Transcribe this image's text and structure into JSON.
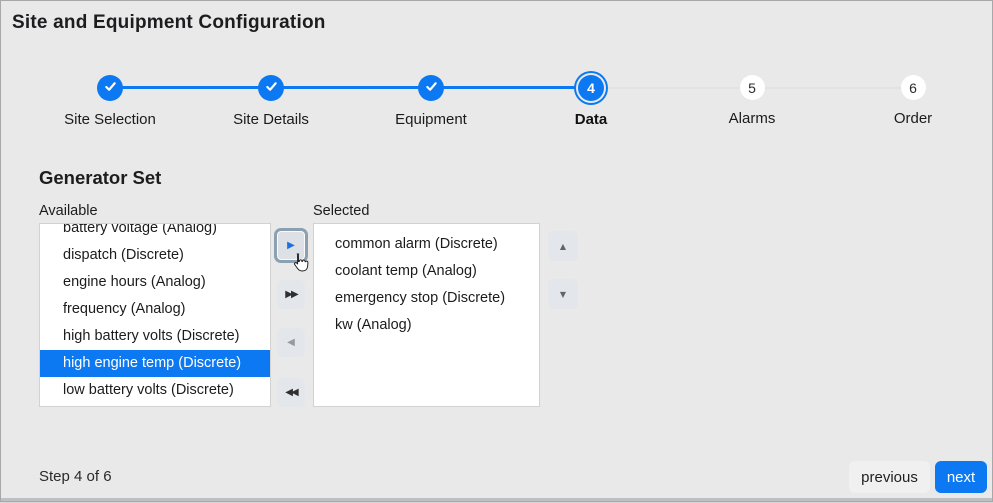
{
  "page": {
    "title": "Site and Equipment Configuration"
  },
  "colors": {
    "accent_blue": "#0c79f2",
    "page_background": "#e9e9e9",
    "selection_blue": "#0c79f2",
    "focus_ring_gray": "#8ba0b0",
    "next_button_blue": "#0c79f2"
  },
  "stepper": {
    "steps": [
      {
        "number": "1",
        "label": "Site Selection",
        "state": "complete"
      },
      {
        "number": "2",
        "label": "Site Details",
        "state": "complete"
      },
      {
        "number": "3",
        "label": "Equipment",
        "state": "complete"
      },
      {
        "number": "4",
        "label": "Data",
        "state": "active"
      },
      {
        "number": "5",
        "label": "Alarms",
        "state": "upcoming"
      },
      {
        "number": "6",
        "label": "Order",
        "state": "upcoming"
      }
    ]
  },
  "content": {
    "section_title": "Generator Set",
    "available": {
      "label": "Available",
      "selected_index": 5,
      "items": [
        "battery voltage (Analog)",
        "dispatch (Discrete)",
        "engine hours (Analog)",
        "frequency (Analog)",
        "high battery volts (Discrete)",
        "high engine temp (Discrete)",
        "low battery volts (Discrete)"
      ]
    },
    "selected": {
      "label": "Selected",
      "items": [
        "common alarm (Discrete)",
        "coolant temp (Analog)",
        "emergency stop (Discrete)",
        "kw (Analog)"
      ]
    },
    "transfer_icons": {
      "move_right": "▶",
      "move_all_right": "▶▶",
      "move_left": "◀",
      "move_all_left": "◀◀"
    },
    "reorder_icons": {
      "up": "▲",
      "down": "▼"
    }
  },
  "footer": {
    "step_indicator": "Step 4 of 6",
    "previous_label": "previous",
    "next_label": "next"
  }
}
